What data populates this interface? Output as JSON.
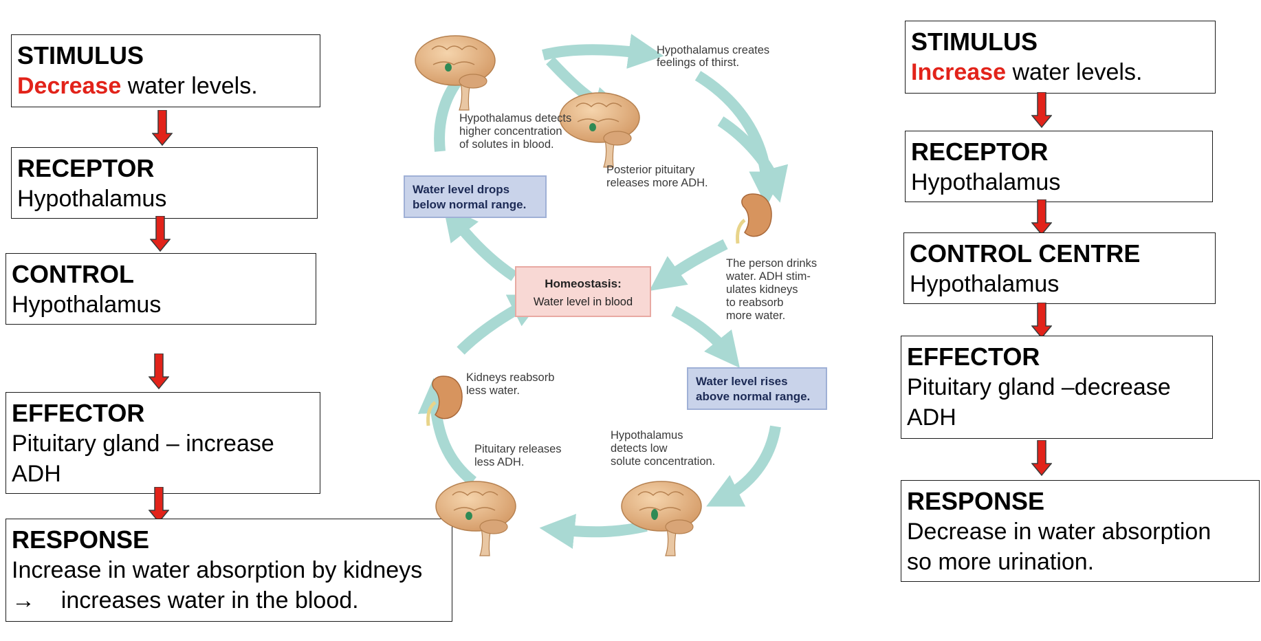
{
  "left_flow": {
    "stimulus": {
      "heading": "STIMULUS",
      "highlight": "Decrease",
      "rest": " water levels."
    },
    "receptor": {
      "heading": "RECEPTOR",
      "text": "Hypothalamus"
    },
    "control": {
      "heading": "CONTROL",
      "text": "Hypothalamus"
    },
    "effector": {
      "heading": "EFFECTOR",
      "line1": "Pituitary gland – increase",
      "line2": "ADH"
    },
    "response": {
      "heading": "RESPONSE",
      "line1": "Increase in water absorption by kidneys",
      "line2": "→    increases water in the blood."
    }
  },
  "right_flow": {
    "stimulus": {
      "heading": "STIMULUS",
      "highlight": "Increase",
      "rest": " water levels."
    },
    "receptor": {
      "heading": "RECEPTOR",
      "text": "Hypothalamus"
    },
    "control": {
      "heading": "CONTROL CENTRE",
      "text": "Hypothalamus"
    },
    "effector": {
      "heading": "EFFECTOR",
      "line1": "Pituitary gland –decrease",
      "line2": "ADH"
    },
    "response": {
      "heading": "RESPONSE",
      "line1": "Decrease in water absorption",
      "line2": "so more urination."
    }
  },
  "cycle": {
    "center_title": "Homeostasis:",
    "center_sub": "Water level in blood",
    "drops_box": [
      "Water level drops",
      "below normal range."
    ],
    "rises_box": [
      "Water level rises",
      "above normal range."
    ],
    "thirst": [
      "Hypothalamus creates",
      "feelings of thirst."
    ],
    "detects_high": [
      "Hypothalamus detects",
      "higher concentration",
      "of solutes in blood."
    ],
    "posterior": [
      "Posterior pituitary",
      "releases more ADH."
    ],
    "drinks": [
      "The person drinks",
      "water. ADH stim-",
      "ulates kidneys",
      "to reabsorb",
      "more water."
    ],
    "kidneys_less": [
      "Kidneys reabsorb",
      "less water."
    ],
    "pituitary_less": [
      "Pituitary releases",
      "less ADH."
    ],
    "detects_low": [
      "Hypothalamus",
      "detects low",
      "solute concentration."
    ]
  },
  "colors": {
    "highlight": "#e2231a",
    "arrow_fill": "#e2231a",
    "cycle_arrow": "#a9d9d3",
    "blue_box": "#c9d3ea",
    "pink_box": "#f8d8d4",
    "brain": "#e7b98b"
  }
}
